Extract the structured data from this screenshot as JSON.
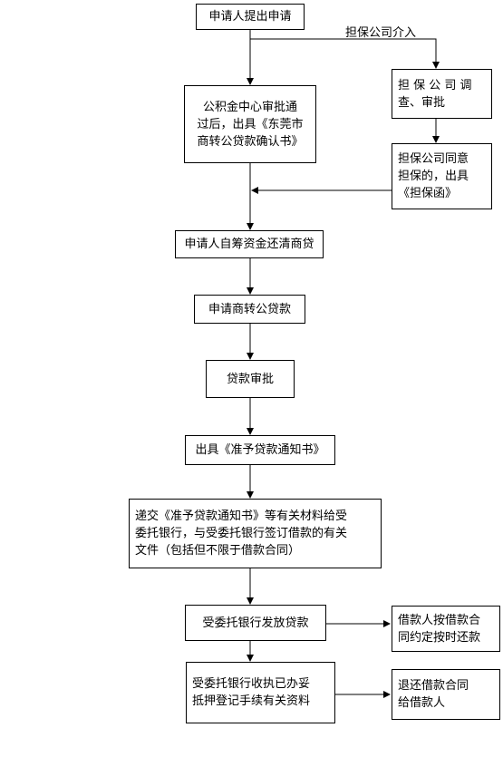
{
  "nodes": {
    "apply": "申请人提出申请",
    "center_approve": "公积金中心审批通\n过后，出具《东莞市\n商转公贷款确认书》",
    "guarantor_review": "担 保 公 司 调\n查、审批",
    "guarantor_agree": "担保公司同意\n担保的，出具\n《担保函》",
    "self_fund": "申请人自筹资金还清商贷",
    "apply_loan": "申请商转公贷款",
    "loan_approve": "贷款审批",
    "issue_notice": "出具《准予贷款通知书》",
    "submit_docs": "递交《准予贷款通知书》等有关材料给受\n委托银行，与受委托银行签订借款的有关\n文件（包括但不限于借款合同）",
    "bank_disburse": "受委托银行发放贷款",
    "repay": "借款人按借款合\n同约定按时还款",
    "bank_collect": "受委托银行收执已办妥\n抵押登记手续有关资料",
    "return_contract": "退还借款合同\n给借款人"
  },
  "labels": {
    "guarantor_involved": "担保公司介入"
  }
}
